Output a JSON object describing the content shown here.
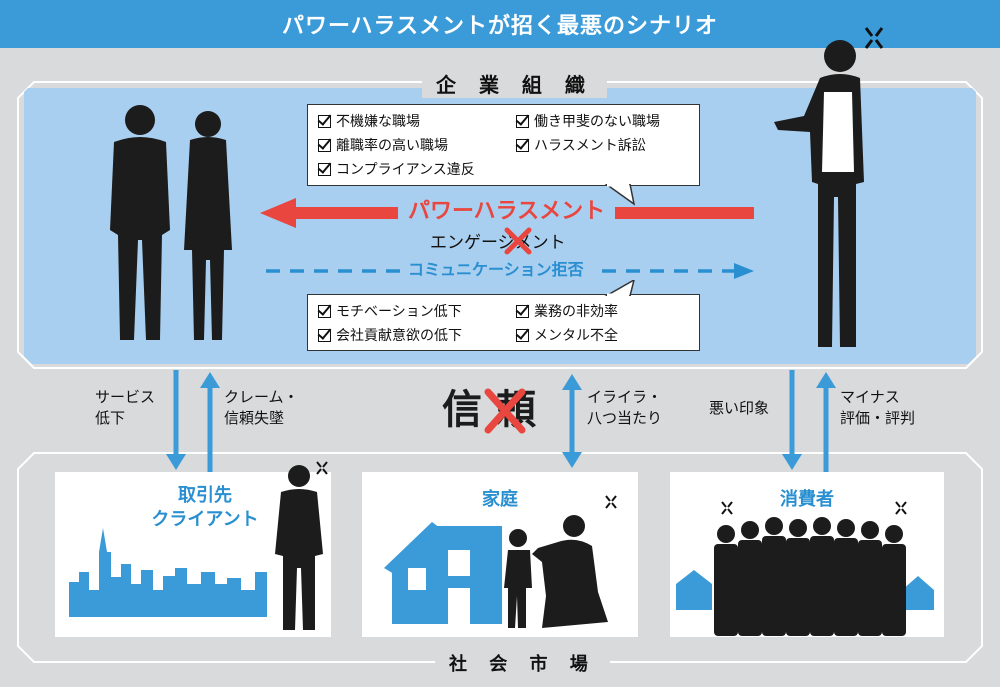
{
  "title": "パワーハラスメントが招く最悪のシナリオ",
  "company": {
    "label": "企 業 組 織",
    "top_checklist": [
      "不機嫌な職場",
      "離職率の高い職場",
      "コンプライアンス違反",
      "働き甲斐のない職場",
      "ハラスメント訴訟"
    ],
    "power_harassment": "パワーハラスメント",
    "engagement": "エンゲージメント",
    "communication_refusal": "コミュニケーション拒否",
    "bottom_checklist": [
      "モチベーション低下",
      "会社貢献意欲の低下",
      "業務の非効率",
      "メンタル不全"
    ]
  },
  "trust": {
    "left": "信",
    "right": "頼"
  },
  "arrow_labels": {
    "service_down": [
      "サービス",
      "低下"
    ],
    "complaint": [
      "クレーム・",
      "信頼失墜"
    ],
    "irritation": [
      "イライラ・",
      "八つ当たり"
    ],
    "bad_impression": [
      "悪い印象"
    ],
    "negative_eval": [
      "マイナス",
      "評価・評判"
    ]
  },
  "market": {
    "label": "社 会 市 場",
    "clients": [
      "取引先",
      "クライアント"
    ],
    "family": "家庭",
    "consumers": "消費者"
  },
  "colors": {
    "blue": "#3a9bd8",
    "light_blue": "#a9cff0",
    "red": "#e8463f",
    "bg": "#d9dadb"
  }
}
